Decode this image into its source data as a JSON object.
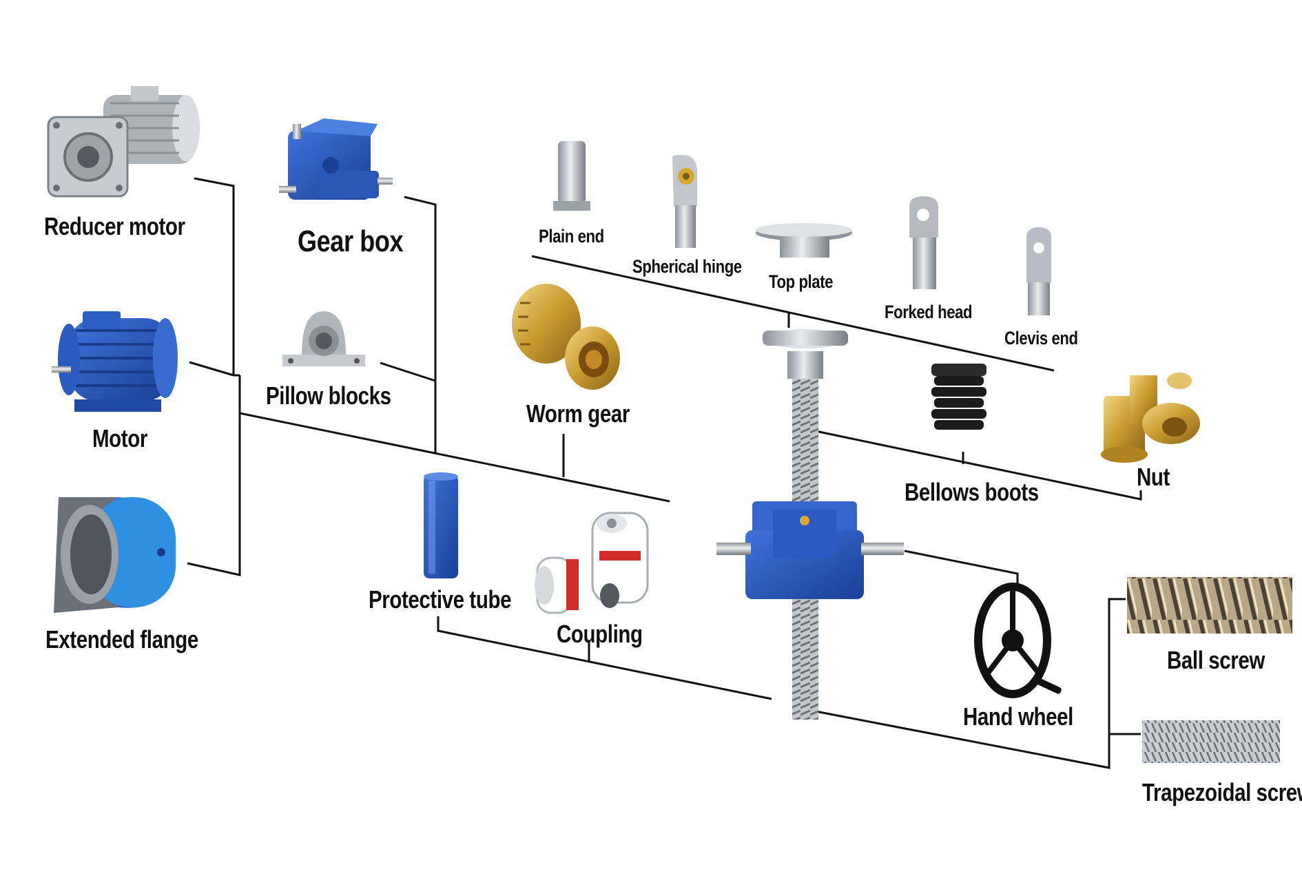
{
  "labels": {
    "reducer_motor": "Reducer motor",
    "motor": "Motor",
    "extended_flange": "Extended flange",
    "gear_box": "Gear box",
    "pillow_blocks": "Pillow blocks",
    "worm_gear": "Worm gear",
    "protective_tube": "Protective tube",
    "coupling": "Coupling",
    "plain_end": "Plain end",
    "spherical_hinge": "Spherical hinge",
    "top_plate": "Top plate",
    "forked_head": "Forked head",
    "clevis_end": "Clevis end",
    "bellows_boots": "Bellows boots",
    "nut": "Nut",
    "hand_wheel": "Hand wheel",
    "ball_screw": "Ball screw",
    "trapezoidal_screw": "Trapezoidal screw"
  },
  "colors": {
    "brand_blue": "#2a56b8",
    "dark_blue": "#1c3f8f",
    "steel": "#b8bcc2",
    "brass": "#c9a23a",
    "line": "#111111"
  }
}
